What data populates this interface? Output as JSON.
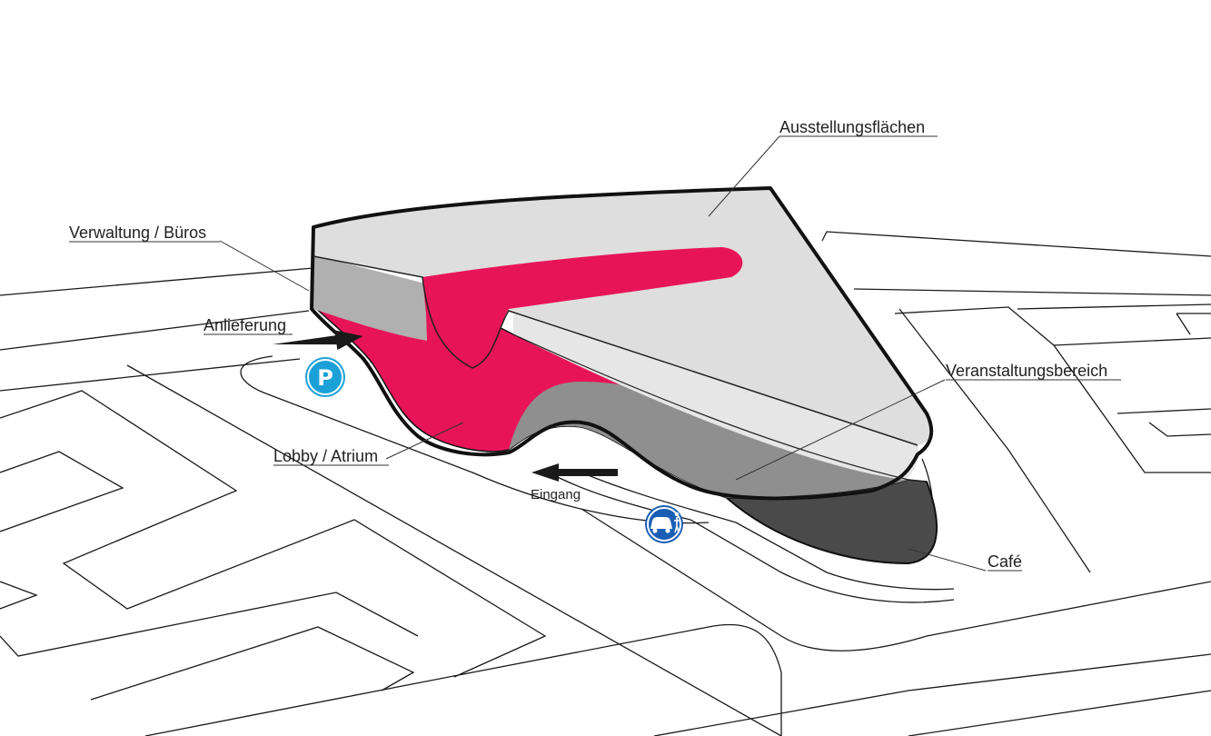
{
  "labels": {
    "exhibition": "Ausstellungsflächen",
    "administration": "Verwaltung / Büros",
    "delivery": "Anlieferung",
    "events": "Veranstaltungsbereich",
    "lobby": "Lobby / Atrium",
    "entrance": "Eingang",
    "cafe": "Café"
  },
  "icons": {
    "parking": {
      "name": "parking-icon",
      "letter": "P",
      "color": "#1ba1d8"
    },
    "car_dropoff": {
      "name": "car-dropoff-icon",
      "color": "#1a5fb4"
    }
  },
  "colors": {
    "accent_magenta": "#e8145a",
    "roof_light_grey": "#dedede",
    "facade_mid_grey": "#8f8f8f",
    "shadow_dark_grey": "#4a4a4a"
  }
}
